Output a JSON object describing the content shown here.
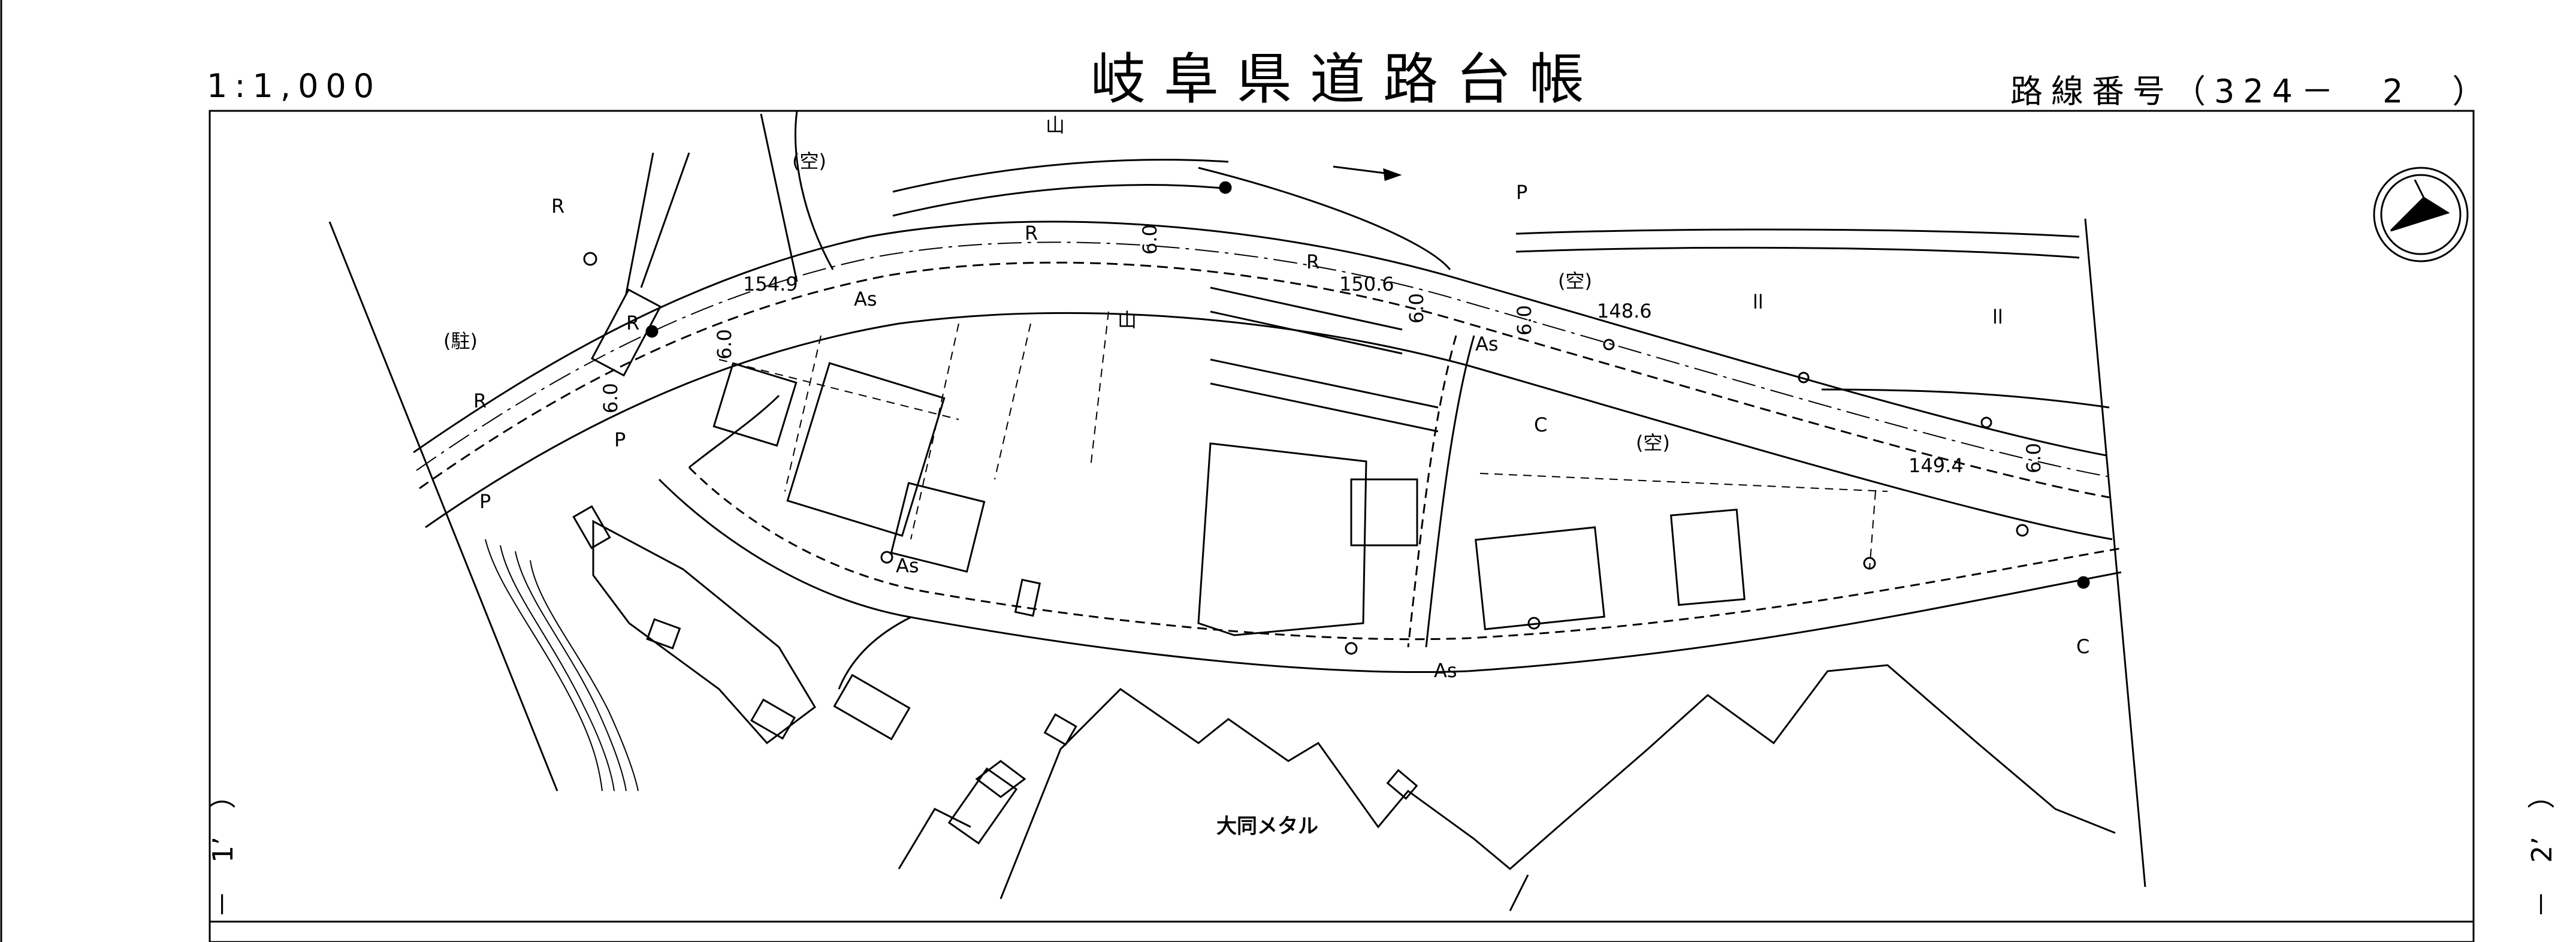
{
  "header": {
    "scale": "1:1,000",
    "title": "岐阜県道路台帳",
    "route_number": "路線番号（324－　2　）"
  },
  "side_labels": {
    "left": "－　1’　）",
    "right": "－　2’　）"
  },
  "map_labels": {
    "elev_1": "154.9",
    "elev_2": "150.6",
    "elev_3": "148.6",
    "elev_4": "149.4",
    "surface_as_1": "As",
    "surface_as_2": "As",
    "surface_as_3": "As",
    "surface_as_4": "As",
    "width_60": "6.0",
    "mark_r": "R",
    "mark_p": "P",
    "mark_c": "C",
    "empty_lot": "(空)",
    "parking": "(駐)",
    "mountain": "山",
    "field": "ll",
    "company": "大同メタル"
  },
  "colors": {
    "line": "#000000",
    "background": "#ffffff"
  },
  "icons": {
    "north_arrow": "north-arrow-icon"
  }
}
